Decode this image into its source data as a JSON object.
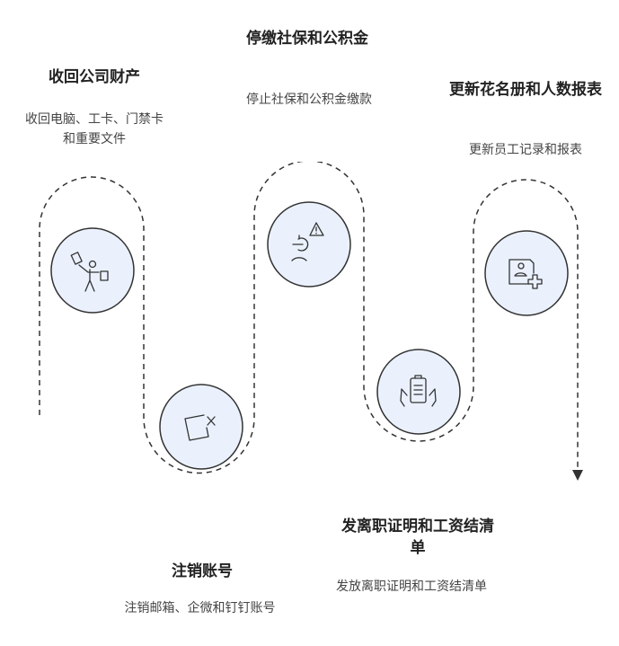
{
  "steps": [
    {
      "title": "收回公司财产",
      "desc": "收回电脑、工卡、门禁卡和重要文件",
      "icon": "person-returning-items-icon"
    },
    {
      "title": "注销账号",
      "desc": "注销邮箱、企微和钉钉账号",
      "icon": "remove-account-icon"
    },
    {
      "title": "停缴社保和公积金",
      "desc": "停止社保和公积金缴款",
      "icon": "stop-payment-warning-icon"
    },
    {
      "title": "发离职证明和工资结清单",
      "desc": "发放离职证明和工资结清单",
      "icon": "document-in-hands-icon"
    },
    {
      "title": "更新花名册和人数报表",
      "desc": "更新员工记录和报表",
      "icon": "add-user-record-icon"
    }
  ],
  "colors": {
    "circle_fill": "#EAF1FD",
    "stroke": "#333333"
  }
}
